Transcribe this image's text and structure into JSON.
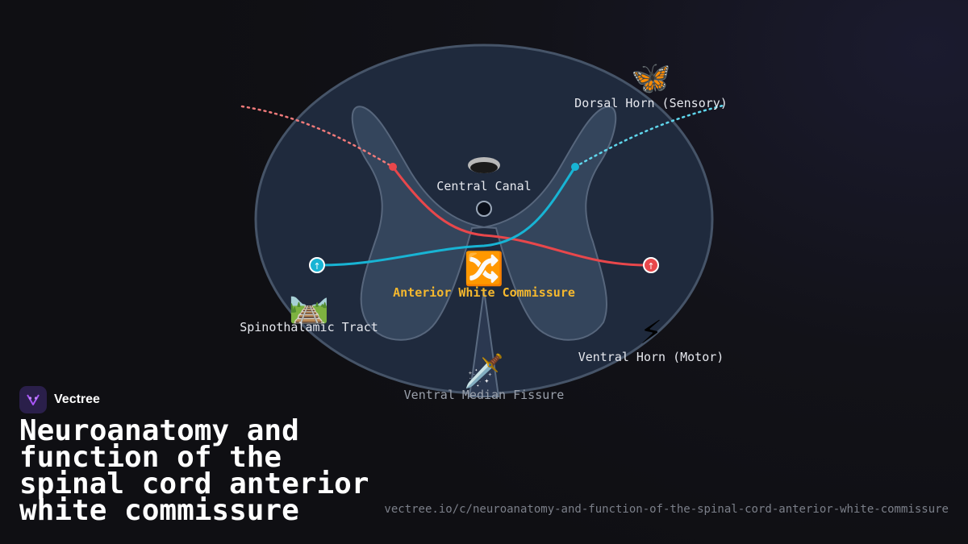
{
  "brand": {
    "name": "Vectree",
    "logo_icon": "vectree-logo-icon",
    "accent": "#a855f7"
  },
  "title": "Neuroanatomy and function of the spinal cord anterior white commissure",
  "url": "vectree.io/c/neuroanatomy-and-function-of-the-spinal-cord-anterior-white-commissure",
  "diagram": {
    "labels": {
      "dorsal_horn": "Dorsal Horn (Sensory)",
      "central_canal": "Central Canal",
      "commissure": "Anterior White Commissure",
      "spinothalamic": "Spinothalamic Tract",
      "ventral_horn": "Ventral Horn (Motor)",
      "fissure": "Ventral Median Fissure"
    },
    "icons": {
      "dorsal_horn": "🦋",
      "commissure": "🔀",
      "spinothalamic": "🛤️",
      "ventral_horn": "⚡",
      "fissure": "🗡️"
    },
    "markers": {
      "up_arrow": "↑"
    },
    "colors": {
      "red_pathway": "#e8474b",
      "cyan_pathway": "#18b4d4",
      "accent_label": "#f5b82e",
      "white_matter": "#1f2a3d",
      "gray_matter": "#36475e"
    }
  }
}
